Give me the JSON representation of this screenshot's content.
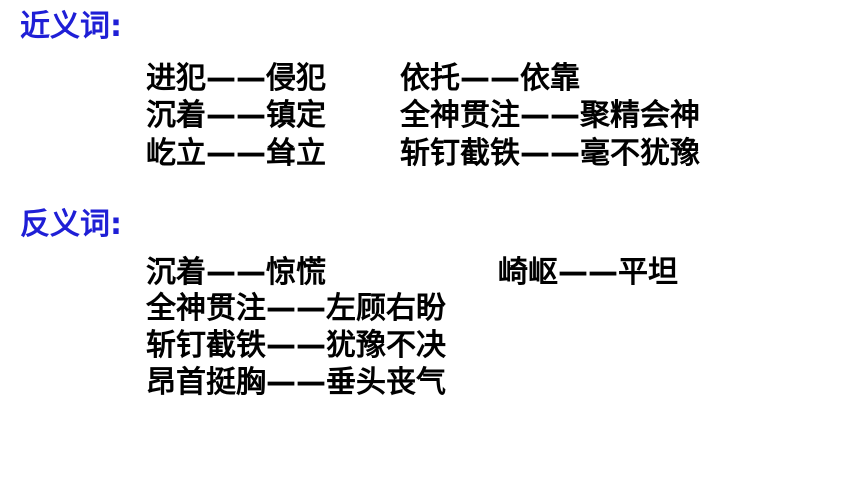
{
  "headings": {
    "synonyms": "近义词:",
    "antonyms": "反义词:"
  },
  "synonyms": {
    "left": [
      "进犯——侵犯",
      "沉着——镇定",
      "屹立——耸立"
    ],
    "right": [
      "依托——依靠",
      "全神贯注——聚精会神",
      "斩钉截铁——毫不犹豫"
    ]
  },
  "antonyms": {
    "left": [
      "沉着——惊慌",
      "全神贯注——左顾右盼",
      "斩钉截铁——犹豫不决",
      "昂首挺胸——垂头丧气"
    ],
    "right": [
      "崎岖——平坦"
    ]
  },
  "colors": {
    "heading": "#1f1fd6",
    "text": "#000000",
    "background": "#ffffff"
  }
}
